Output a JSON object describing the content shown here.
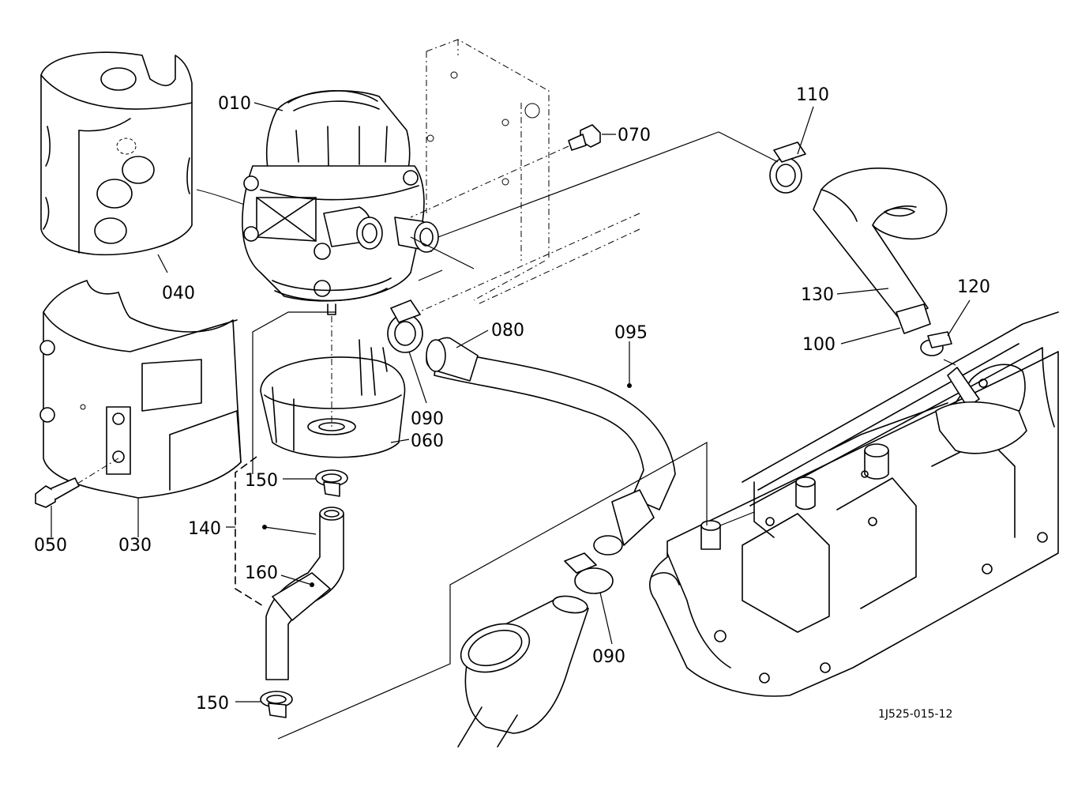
{
  "parts": [
    {
      "id": "p010",
      "label": "010"
    },
    {
      "id": "p040",
      "label": "040"
    },
    {
      "id": "p070",
      "label": "070"
    },
    {
      "id": "p110",
      "label": "110"
    },
    {
      "id": "p130",
      "label": "130"
    },
    {
      "id": "p120",
      "label": "120"
    },
    {
      "id": "p100",
      "label": "100"
    },
    {
      "id": "p080",
      "label": "080"
    },
    {
      "id": "p095",
      "label": "095"
    },
    {
      "id": "p090a",
      "label": "090"
    },
    {
      "id": "p060",
      "label": "060"
    },
    {
      "id": "p150a",
      "label": "150"
    },
    {
      "id": "p140",
      "label": "140"
    },
    {
      "id": "p160",
      "label": "160"
    },
    {
      "id": "p050",
      "label": "050"
    },
    {
      "id": "p030",
      "label": "030"
    },
    {
      "id": "p090b",
      "label": "090"
    },
    {
      "id": "p150b",
      "label": "150"
    }
  ],
  "drawing_code": "1J525-015-12"
}
